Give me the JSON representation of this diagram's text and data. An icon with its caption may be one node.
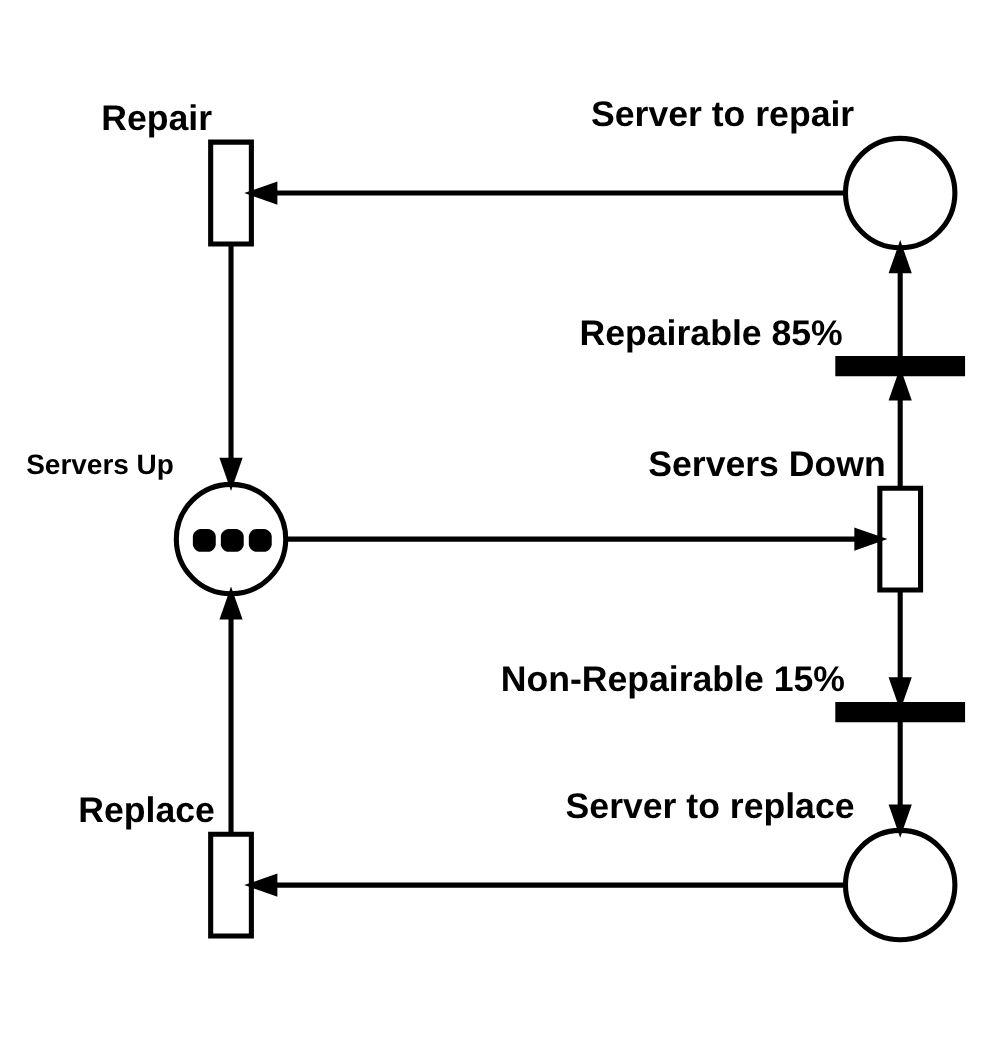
{
  "diagram": {
    "nodes": [
      {
        "text": [
          "Repair"
        ]
      },
      {
        "text": [
          "Server to repair"
        ]
      },
      {
        "text": [
          "Repairable 85%"
        ]
      },
      {
        "text": [
          "Servers Up"
        ]
      },
      {
        "text": [
          "Servers Down"
        ]
      },
      {
        "text": [
          "Non-Repairable 15%"
        ]
      },
      {
        "text": [
          "Replace"
        ]
      },
      {
        "text": [
          "Server to replace"
        ]
      }
    ],
    "edges": [
      {
        "from": 1,
        "to": 0,
        "arrow": "to"
      },
      {
        "from": 0,
        "to": 3,
        "arrow": "to"
      },
      {
        "from": 3,
        "to": 4,
        "arrow": "to"
      },
      {
        "from": 4,
        "to": 2,
        "arrow": "to"
      },
      {
        "from": 2,
        "to": 1,
        "arrow": "to"
      },
      {
        "from": 4,
        "to": 5,
        "arrow": "to"
      },
      {
        "from": 5,
        "to": 7,
        "arrow": "to"
      },
      {
        "from": 7,
        "to": 6,
        "arrow": "to"
      },
      {
        "from": 6,
        "to": 3,
        "arrow": "to"
      }
    ]
  }
}
